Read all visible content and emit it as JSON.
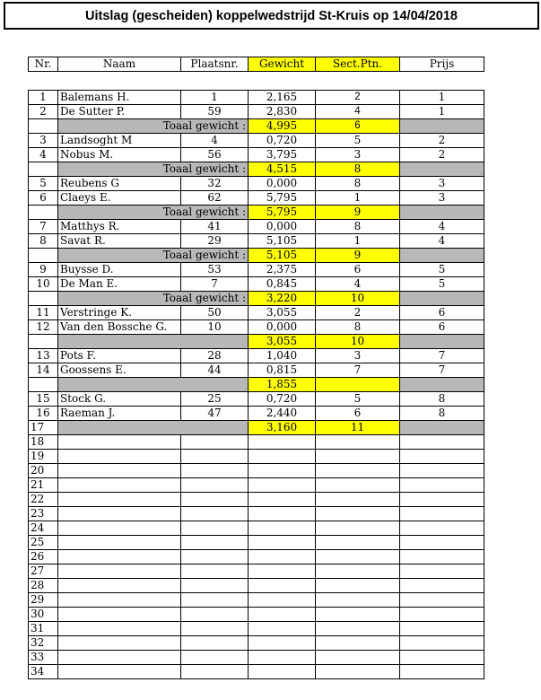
{
  "title": "Uitslag (gescheiden) koppelwedstrijd St-Kruis op 14/04/2018",
  "headers": {
    "nr": "Nr.",
    "naam": "Naam",
    "plaats": "Plaatsnr.",
    "gewicht": "Gewicht",
    "sect": "Sect.Ptn.",
    "prijs": "Prijs"
  },
  "colors": {
    "highlight": "#ffff00",
    "subtotal_gray": "#b8b8b8"
  },
  "total_label": "Toaal gewicht :",
  "rows": [
    {
      "type": "p",
      "nr": "1",
      "naam": "Balemans H.",
      "plaats": "1",
      "gewicht": "2,165",
      "sect": "2",
      "prijs": "1",
      "sectSans": true
    },
    {
      "type": "p",
      "nr": "2",
      "naam": "De Sutter P.",
      "plaats": "59",
      "gewicht": "2,830",
      "sect": "4",
      "prijs": "1",
      "sectSans": true
    },
    {
      "type": "t",
      "label": true,
      "gewicht": "4,995",
      "sect": "6",
      "sectSans": true
    },
    {
      "type": "p",
      "nr": "3",
      "naam": "Landsoght M",
      "plaats": "4",
      "gewicht": "0,720",
      "sect": "5",
      "prijs": "2"
    },
    {
      "type": "p",
      "nr": "4",
      "naam": "Nobus M.",
      "plaats": "56",
      "gewicht": "3,795",
      "sect": "3",
      "prijs": "2"
    },
    {
      "type": "t",
      "label": true,
      "gewicht": "4,515",
      "sect": "8"
    },
    {
      "type": "p",
      "nr": "5",
      "naam": "Reubens G",
      "plaats": "32",
      "gewicht": "0,000",
      "sect": "8",
      "prijs": "3"
    },
    {
      "type": "p",
      "nr": "6",
      "naam": "Claeys E.",
      "plaats": "62",
      "gewicht": "5,795",
      "sect": "1",
      "prijs": "3"
    },
    {
      "type": "t",
      "label": true,
      "gewicht": "5,795",
      "sect": "9"
    },
    {
      "type": "p",
      "nr": "7",
      "naam": "Matthys R.",
      "plaats": "41",
      "gewicht": "0,000",
      "sect": "8",
      "prijs": "4"
    },
    {
      "type": "p",
      "nr": "8",
      "naam": "Savat R.",
      "plaats": "29",
      "gewicht": "5,105",
      "sect": "1",
      "prijs": "4"
    },
    {
      "type": "t",
      "label": true,
      "gewicht": "5,105",
      "sect": "9"
    },
    {
      "type": "p",
      "nr": "9",
      "naam": "Buysse D.",
      "plaats": "53",
      "gewicht": "2,375",
      "sect": "6",
      "prijs": "5"
    },
    {
      "type": "p",
      "nr": "10",
      "naam": "De Man E.",
      "plaats": "7",
      "gewicht": "0,845",
      "sect": "4",
      "prijs": "5"
    },
    {
      "type": "t",
      "label": true,
      "gewicht": "3,220",
      "sect": "10"
    },
    {
      "type": "p",
      "nr": "11",
      "naam": "Verstringe K.",
      "plaats": "50",
      "gewicht": "3,055",
      "sect": "2",
      "prijs": "6"
    },
    {
      "type": "p",
      "nr": "12",
      "naam": "Van den Bossche G.",
      "plaats": "10",
      "gewicht": "0,000",
      "sect": "8",
      "prijs": "6"
    },
    {
      "type": "t",
      "label": false,
      "gewicht": "3,055",
      "sect": "10"
    },
    {
      "type": "p",
      "nr": "13",
      "naam": "Pots F.",
      "plaats": "28",
      "gewicht": "1,040",
      "sect": "3",
      "prijs": "7"
    },
    {
      "type": "p",
      "nr": "14",
      "naam": "Goossens E.",
      "plaats": "44",
      "gewicht": "0,815",
      "sect": "7",
      "prijs": "7"
    },
    {
      "type": "t",
      "label": false,
      "gewicht": "1,855",
      "sect": ""
    },
    {
      "type": "p",
      "nr": "15",
      "naam": "Stock G.",
      "plaats": "25",
      "gewicht": "0,720",
      "sect": "5",
      "prijs": "8"
    },
    {
      "type": "p",
      "nr": "16",
      "naam": "Raeman J.",
      "plaats": "47",
      "gewicht": "2,440",
      "sect": "6",
      "prijs": "8"
    },
    {
      "type": "t",
      "nr": "17",
      "label": false,
      "gewicht": "3,160",
      "sect": "11"
    },
    {
      "type": "e",
      "nr": "18"
    },
    {
      "type": "e",
      "nr": "19"
    },
    {
      "type": "e",
      "nr": "20"
    },
    {
      "type": "e",
      "nr": "21"
    },
    {
      "type": "e",
      "nr": "22"
    },
    {
      "type": "e",
      "nr": "23"
    },
    {
      "type": "e",
      "nr": "24"
    },
    {
      "type": "e",
      "nr": "25"
    },
    {
      "type": "e",
      "nr": "26"
    },
    {
      "type": "e",
      "nr": "27"
    },
    {
      "type": "e",
      "nr": "28"
    },
    {
      "type": "e",
      "nr": "29"
    },
    {
      "type": "e",
      "nr": "30"
    },
    {
      "type": "e",
      "nr": "31"
    },
    {
      "type": "e",
      "nr": "32"
    },
    {
      "type": "e",
      "nr": "33"
    },
    {
      "type": "e",
      "nr": "34"
    }
  ]
}
